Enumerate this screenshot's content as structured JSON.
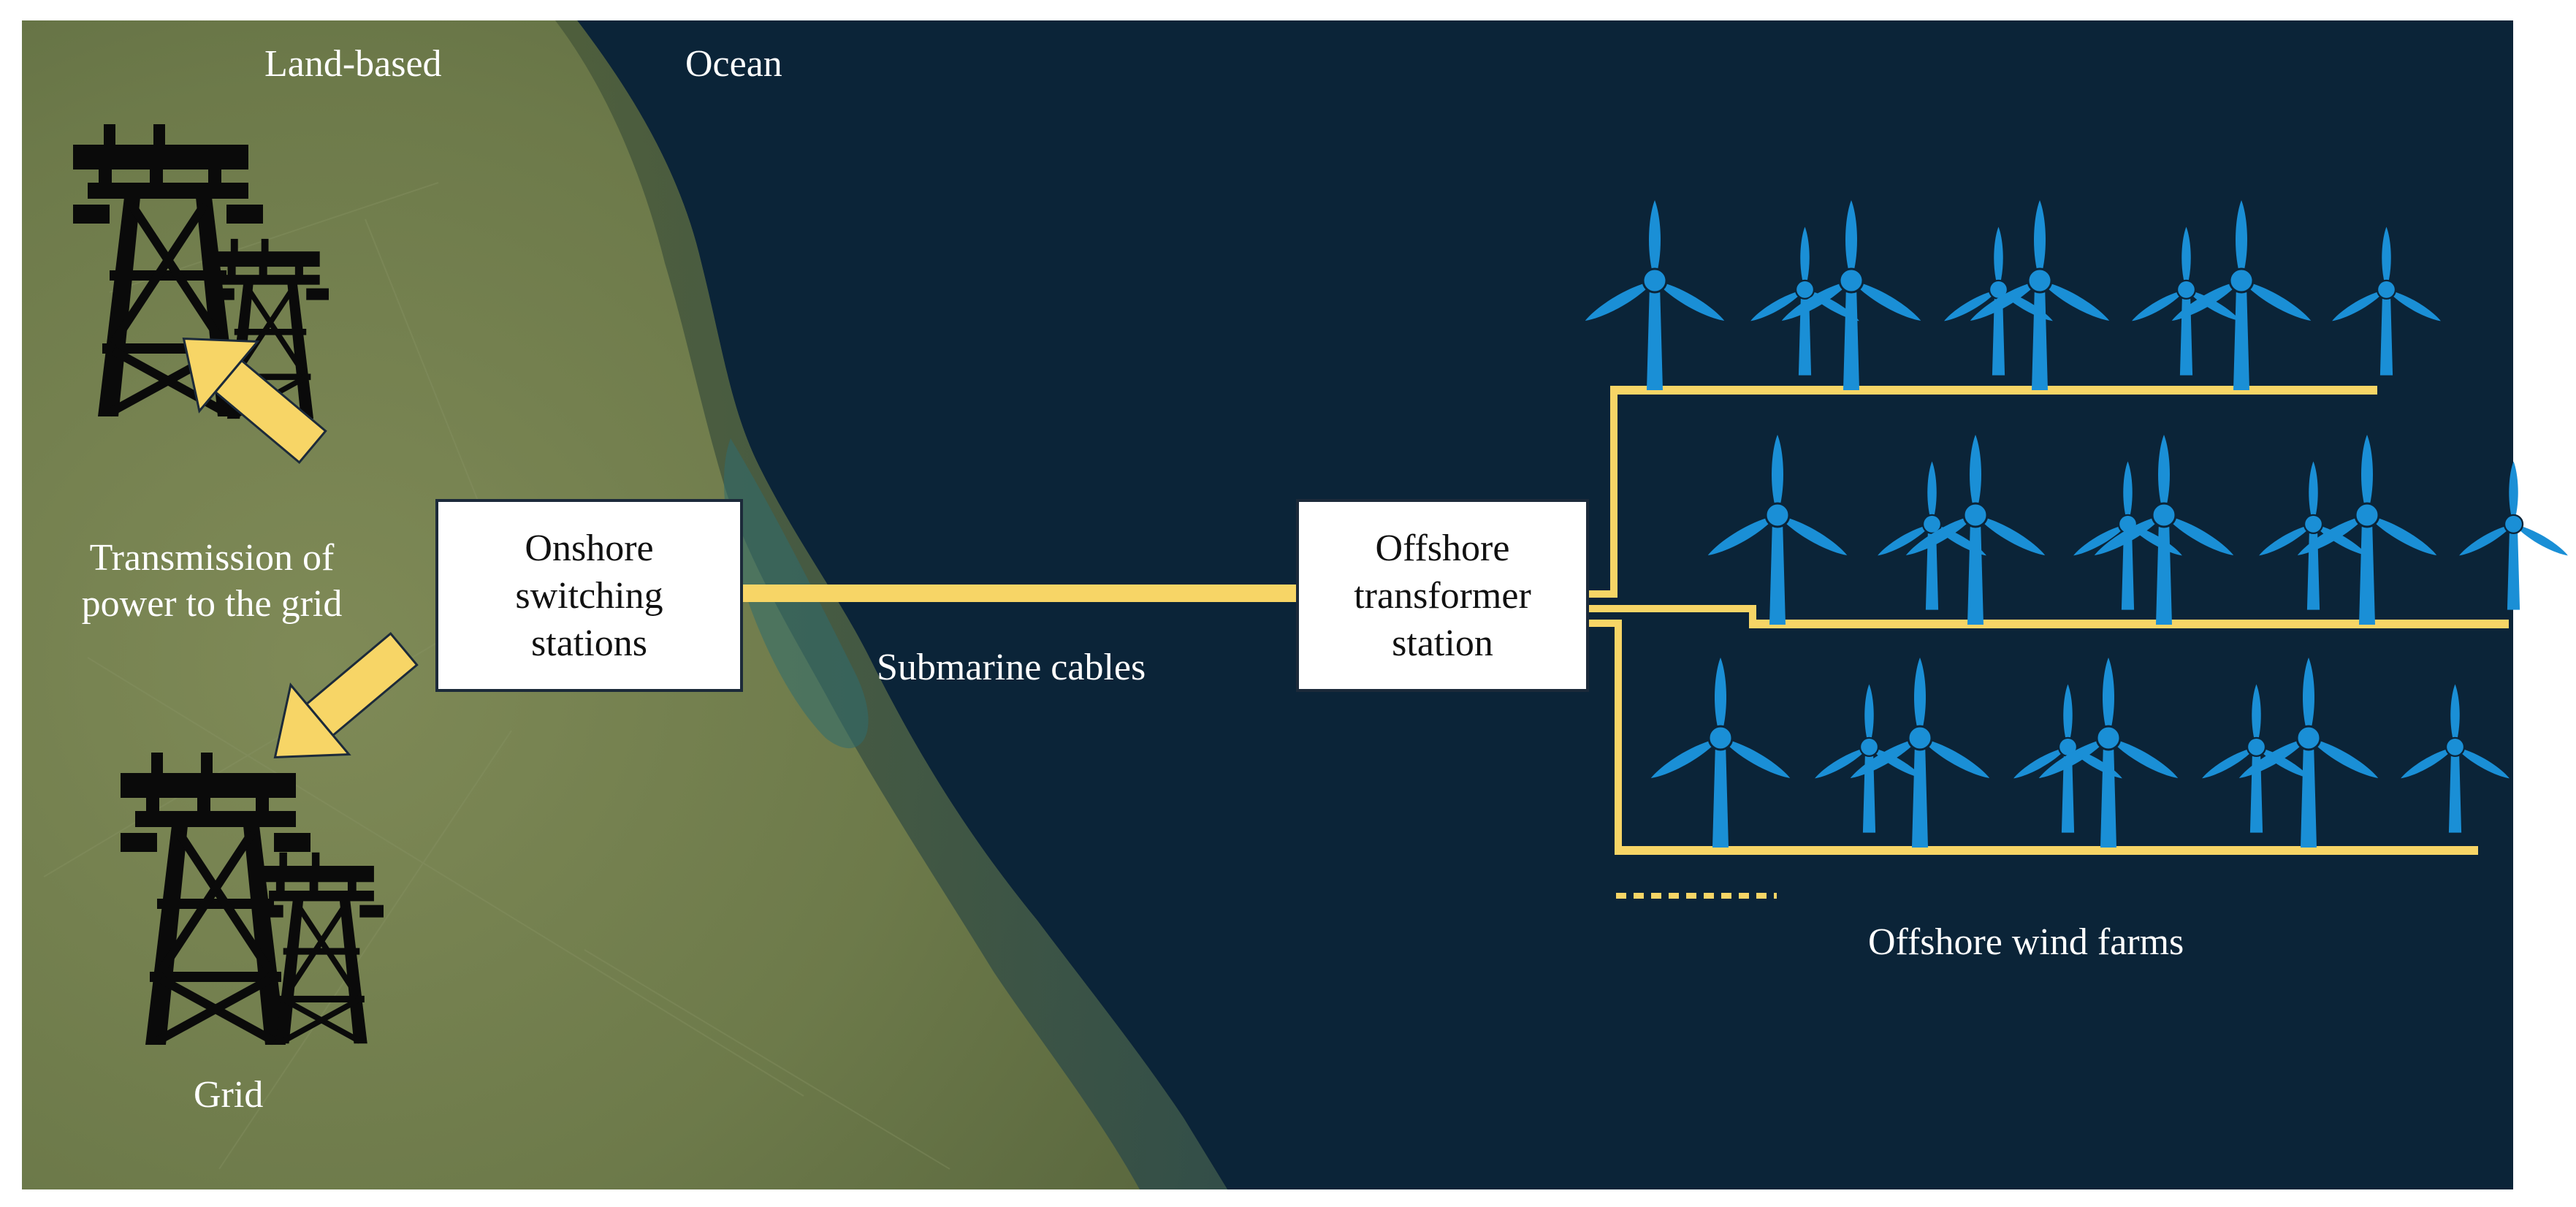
{
  "labels": {
    "land": "Land-based",
    "ocean": "Ocean",
    "transmission_line1": "Transmission of",
    "transmission_line2": "power to the grid",
    "grid": "Grid",
    "submarine_cables": "Submarine cables",
    "wind_farms": "Offshore wind farms"
  },
  "boxes": {
    "onshore": [
      "Onshore",
      "switching",
      "stations"
    ],
    "offshore": [
      "Offshore",
      "transformer",
      "station"
    ]
  },
  "wind_farm_rows": [
    {
      "turbine_pairs": 4
    },
    {
      "turbine_pairs": 4
    },
    {
      "turbine_pairs": 4
    }
  ],
  "pylon_groups": 2,
  "colors": {
    "ocean": "#0b2438",
    "land": "#6b7a48",
    "cable": "#f7d566",
    "turbine": "#1a8fd6",
    "pylon": "#0a0a0a",
    "box_border": "#1c2a3a"
  },
  "icons": {
    "turbine": "wind-turbine-icon",
    "pylon": "transmission-tower-icon",
    "arrow": "arrow-icon"
  }
}
